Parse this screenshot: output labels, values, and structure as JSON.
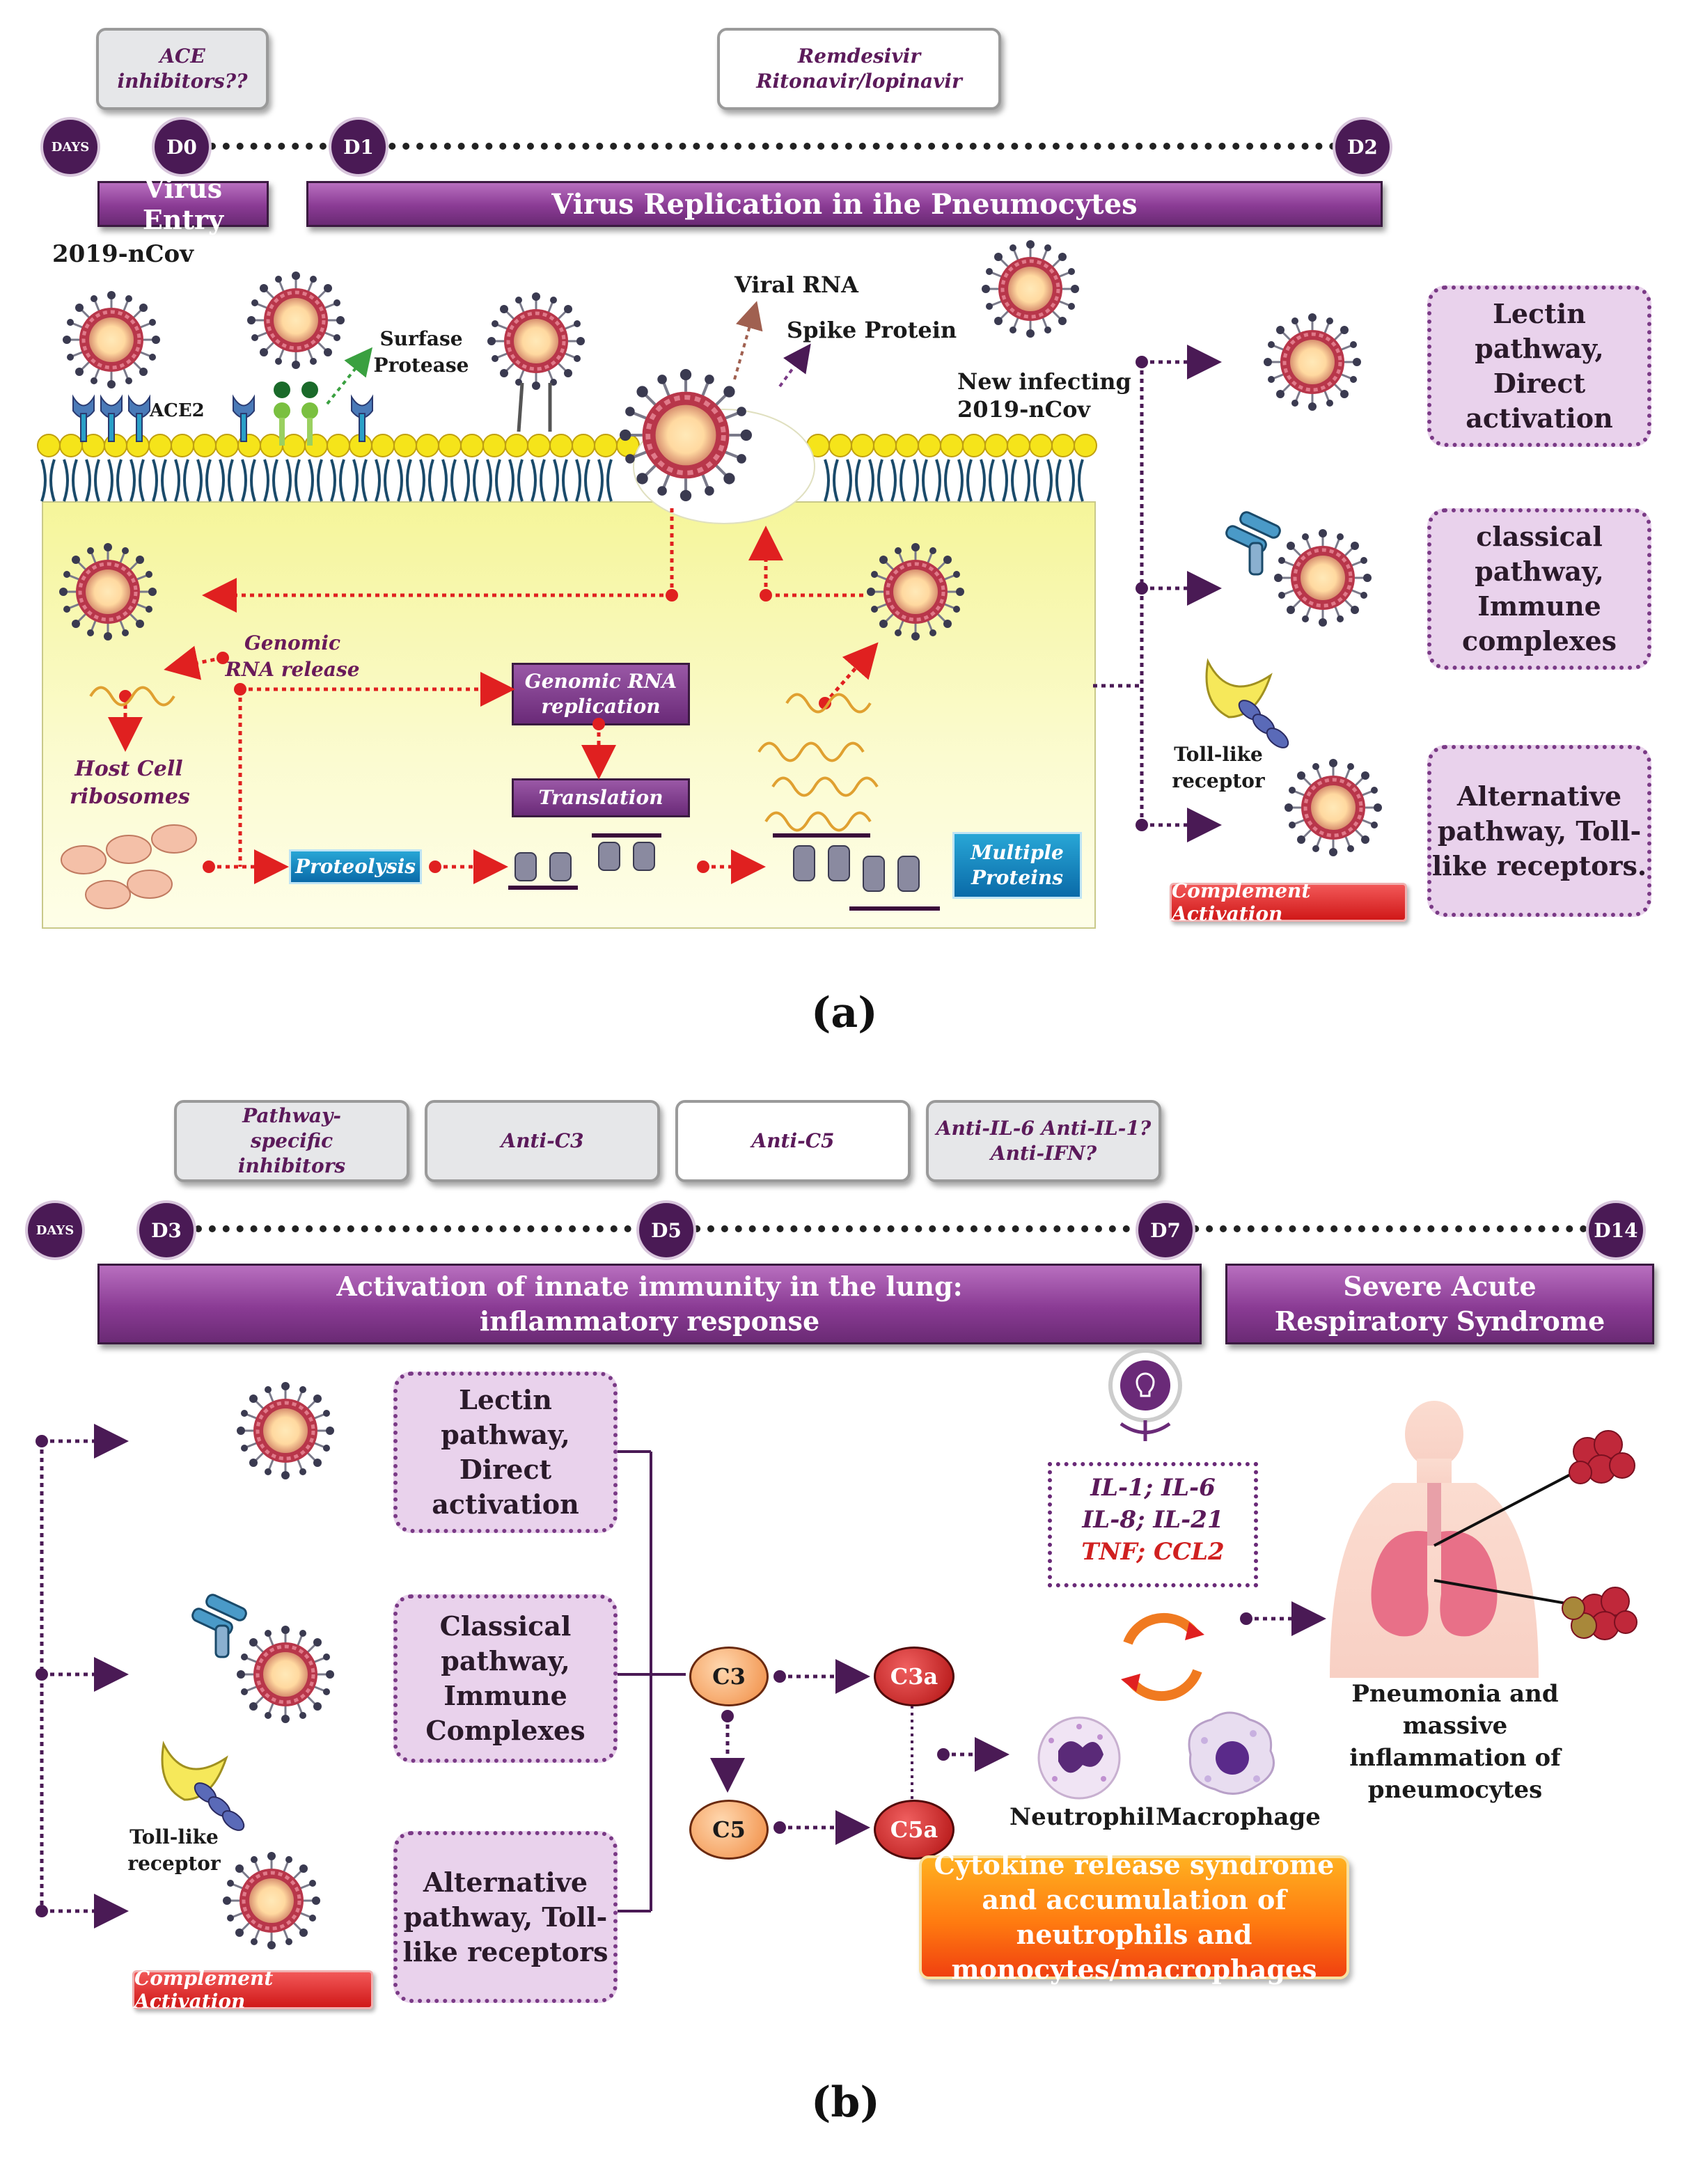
{
  "panel_a": {
    "label": "(a)",
    "drugs": [
      "ACE inhibitors??",
      "Remdesivir Ritonavir/lopinavir"
    ],
    "days": {
      "days": "DAYS",
      "d0": "D0",
      "d1": "D1",
      "d2": "D2"
    },
    "banner_entry": "Virus Entry",
    "banner_replication": "Virus Replication in ihe Pneumocytes",
    "labels": {
      "ncov": "2019-nCov",
      "ace2": "ACE2",
      "surface_protease": "Surfase Protease",
      "viral_rna": "Viral RNA",
      "spike": "Spike Protein",
      "new_infecting": "New infecting 2019-nCov",
      "genomic_release": "Genomic RNA release",
      "host_ribosomes": "Host Cell ribosomes",
      "genomic_replication": "Genomic RNA replication",
      "translation": "Translation",
      "proteolysis": "Proteolysis",
      "multiple_proteins": "Multiple Proteins",
      "toll_receptor": "Toll-like receptor",
      "complement": "Complement Activation"
    },
    "pathways": [
      "Lectin pathway, Direct activation",
      "classical pathway, Immune complexes",
      "Alternative pathway, Toll-like receptors."
    ]
  },
  "panel_b": {
    "label": "(b)",
    "drugs": [
      "Pathway-specific inhibitors",
      "Anti-C3",
      "Anti-C5",
      "Anti-IL-6 Anti-IL-1?Anti-IFN?"
    ],
    "days": {
      "days": "DAYS",
      "d3": "D3",
      "d5": "D5",
      "d7": "D7",
      "d14": "D14"
    },
    "banner_innate": "Activation of innate immunity in the lung: inflammatory response",
    "banner_sars": "Severe Acute Respiratory Syndrome",
    "pathways": [
      "Lectin pathway, Direct activation",
      "Classical pathway, Immune Complexes",
      "Alternative pathway, Toll-like receptors"
    ],
    "toll_receptor": "Toll-like receptor",
    "complement": "Complement Activation",
    "complement_nodes": {
      "c3": "C3",
      "c3a": "C3a",
      "c5": "C5",
      "c5a": "C5a"
    },
    "cytokines": {
      "line1": "IL-1; IL-6",
      "line2": "IL-8; IL-21",
      "line3": "TNF; CCL2"
    },
    "cells": {
      "neutrophil": "Neutrophil",
      "macrophage": "Macrophage"
    },
    "crs": "Cytokine release syndrome and accumulation of neutrophils and monocytes/macrophages",
    "pneumonia": "Pneumonia and massive inflammation of pneumocytes"
  },
  "colors": {
    "purple_dark": "#4a1a55",
    "banner_purple": "#8a3b94",
    "pathway_fill": "#e9d2ec",
    "cell_yellow": "#f5f59a",
    "red_arrow": "#e02020",
    "complement_red": "#d01818",
    "crs_orange": "#ff7a10"
  }
}
